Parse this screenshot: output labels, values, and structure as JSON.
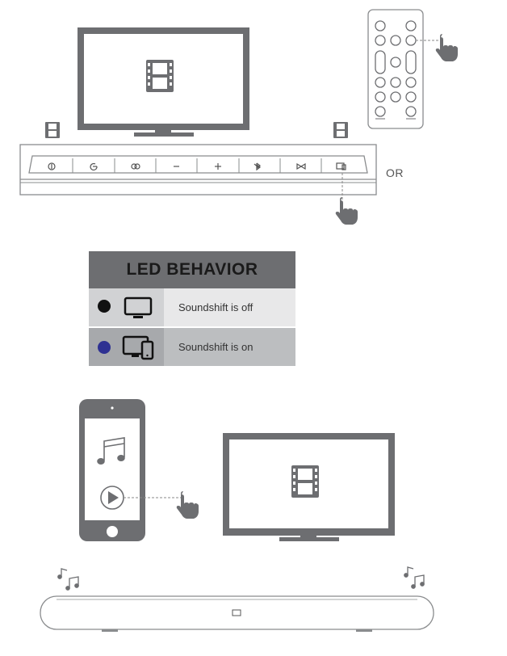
{
  "or_label": "OR",
  "led_table": {
    "title": "LED BEHAVIOR",
    "rows": [
      {
        "dot_color": "#111111",
        "icon": "tv-icon",
        "text": "Soundshift is off"
      },
      {
        "dot_color": "#2e3192",
        "icon": "devices-icon",
        "text": "Soundshift is on"
      }
    ]
  },
  "colors": {
    "device_gray": "#6d6e71",
    "outline_gray": "#8a8c8e",
    "dashed": "#888888"
  },
  "soundbar_buttons": [
    "power-icon",
    "source-icon",
    "soundshift-link-icon",
    "minus-icon",
    "plus-icon",
    "bluetooth-icon",
    "connect-icon",
    "soundshift-icon"
  ]
}
